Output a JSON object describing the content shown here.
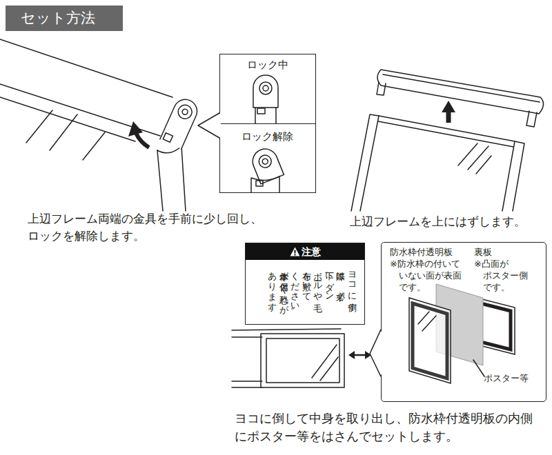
{
  "diagram": {
    "title": "セット方法",
    "nodes": [
      {
        "text": [
          "ロック中"
        ]
      },
      {
        "text": [
          "ロック解除"
        ]
      },
      {
        "text": [
          "注意",
          "ヨコに倒す 際は、必ず 下にダン ボールや毛 布を敷いて ください。 本体が傷付 く恐れが あります。"
        ]
      },
      {
        "text": [
          "防水枠付透明板",
          "※防水枠の付いて いない面が表面 です。",
          "裏板",
          "※凸面が ポスター側 です。",
          "ポスター等"
        ]
      }
    ],
    "labels": [
      "上辺フレーム両端の金具を手前に少し回し、 ロックを解除します。",
      "上辺フレームを上にはずします。",
      "ヨコに倒して中身を取り出し、防水枠付透明板の内側 にポスター等をはさんでセットします。"
    ]
  }
}
